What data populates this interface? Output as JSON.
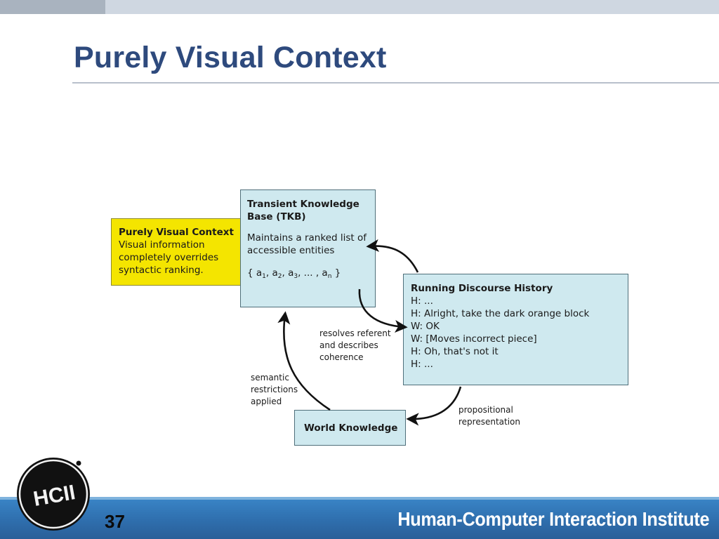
{
  "slide": {
    "title": "Purely Visual Context",
    "page_number": "37",
    "institute": "Human-Computer Interaction Institute",
    "logo_text": "HCII"
  },
  "diagram": {
    "pvc_box": {
      "heading": "Purely Visual Context",
      "lines": [
        "Visual information",
        "completely overrides",
        "syntactic ranking."
      ]
    },
    "tkb_box": {
      "heading_line1": "Transient Knowledge",
      "heading_line2": "Base (TKB)",
      "desc_line1": "Maintains a ranked list of",
      "desc_line2": "accessible entities",
      "entities": {
        "open": "{ a",
        "s1": "1",
        "t1": ", a",
        "s2": "2",
        "t2": ", a",
        "s3": "3",
        "t3": ", ... , a",
        "sn": "n",
        "close": " }"
      }
    },
    "rdh_box": {
      "heading": "Running Discourse History",
      "lines": [
        "H: ...",
        "H: Alright, take the dark orange block",
        "W: OK",
        "W: [Moves incorrect piece]",
        "H: Oh, that's not it",
        "H: ..."
      ]
    },
    "wk_box": {
      "label": "World Knowledge"
    },
    "edge_labels": {
      "resolves": "resolves referent\nand describes\ncoherence",
      "semantic": "semantic\nrestrictions\napplied",
      "propositional": "propositional\nrepresentation"
    }
  },
  "colors": {
    "title": "#2e4a7d",
    "pvc_fill": "#f4e500",
    "box_fill": "#cfe9ef",
    "band_blue": "#2f6fae"
  }
}
